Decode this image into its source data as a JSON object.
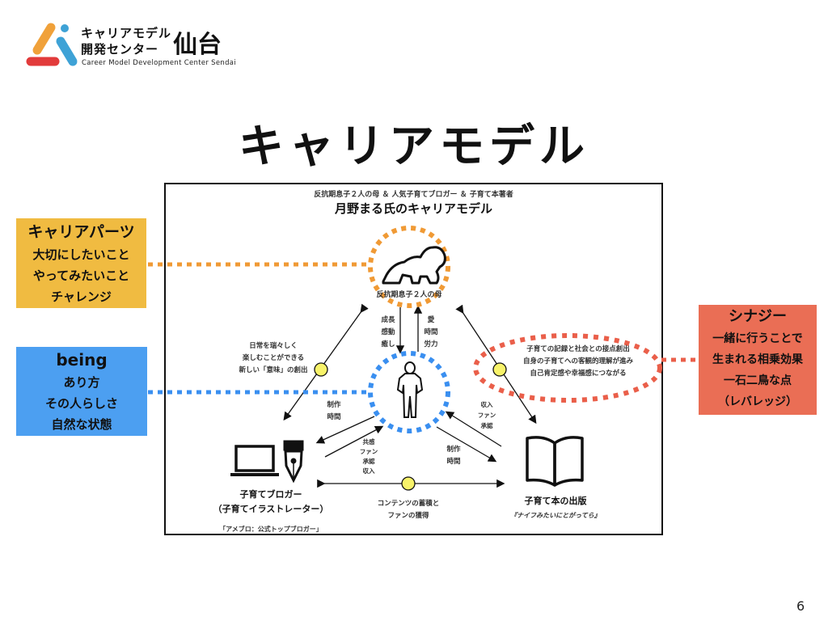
{
  "logo": {
    "line1": "キャリアモデル",
    "line2": "開発センター",
    "city": "仙台",
    "english": "Career Model Development Center Sendai",
    "colors": {
      "orange": "#f0a13a",
      "blue": "#3ea2d6",
      "red": "#e23b3b"
    }
  },
  "title": "キャリアモデル",
  "diagram": {
    "subtitle": "反抗期息子２人の母 ＆ 人気子育てブロガー ＆ 子育て本著者",
    "title": "月野まる氏のキャリアモデル",
    "nodes": {
      "mother": {
        "label": "反抗期息子２人の母",
        "icon": "crawling-baby-icon"
      },
      "self": {
        "icon": "person-icon"
      },
      "blogger": {
        "label1": "子育てブロガー",
        "label2": "（子育てイラストレーター）",
        "note": "「アメブロ：公式トップブロガー」",
        "icons": [
          "laptop-icon",
          "fountain-pen-icon"
        ]
      },
      "book": {
        "label": "子育て本の出版",
        "note": "『ナイフみたいにとがってら』",
        "icon": "open-book-icon"
      }
    },
    "flows": {
      "mother_to_self": [
        "成長",
        "感動",
        "癒し"
      ],
      "self_to_mother": [
        "愛",
        "時間",
        "労力"
      ],
      "self_to_blogger": [
        "制作",
        "時間"
      ],
      "blogger_to_self": [
        "共感",
        "ファン",
        "承認",
        "収入"
      ],
      "self_to_book": [
        "制作",
        "時間"
      ],
      "book_to_self": [
        "収入",
        "ファン",
        "承認"
      ]
    },
    "synergies": {
      "mother_blogger": [
        "日常を瑞々しく",
        "楽しむことができる",
        "新しい「意味」の創出"
      ],
      "mother_book": [
        "子育ての記録と社会との接点創出",
        "自身の子育てへの客観的理解が進み",
        "自己肯定感や幸福感につながる"
      ],
      "blogger_book": [
        "コンテンツの蓄積と",
        "ファンの獲得"
      ]
    }
  },
  "callouts": {
    "career_parts": {
      "heading": "キャリアパーツ",
      "lines": [
        "大切にしたいこと",
        "やってみたいこと",
        "チャレンジ"
      ],
      "color": "#f0bb41",
      "dot_color": "#f09a35"
    },
    "being": {
      "heading": "being",
      "lines": [
        "あり方",
        "その人らしさ",
        "自然な状態"
      ],
      "color": "#4c9ff1",
      "dot_color": "#3a8ff0"
    },
    "synergy": {
      "heading": "シナジー",
      "lines": [
        "一緒に行うことで",
        "生まれる相乗効果",
        "一石二鳥な点",
        "（レバレッジ）"
      ],
      "color": "#ea6e55",
      "dot_color": "#ea5f4a"
    }
  },
  "synergy_marker_color": "#f8f36a",
  "page_number": "6"
}
